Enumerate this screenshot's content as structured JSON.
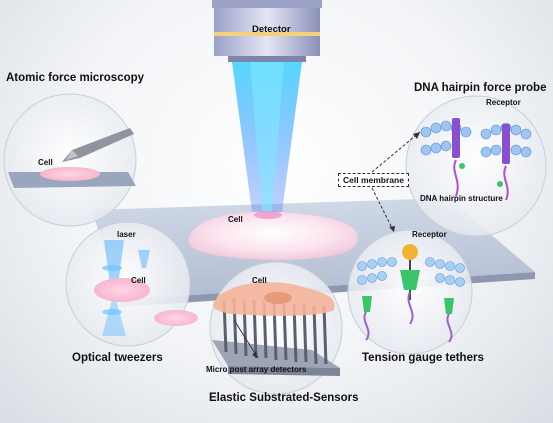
{
  "labels": {
    "detector": "Detector",
    "afm": "Atomic force microscopy",
    "cell_afm": "Cell",
    "dna_probe": "DNA hairpin force probe",
    "receptor_top": "Receptor",
    "cell_membrane": "Cell membrane",
    "dna_structure": "DNA hairpin structure",
    "cell_center": "Cell",
    "receptor_tgt": "Receptor",
    "laser": "laser",
    "cell_ot": "Cell",
    "cell_ess": "Cell",
    "optical_tweezers": "Optical tweezers",
    "micro_post": "Micro post array detectors",
    "elastic": "Elastic Substrated-Sensors",
    "tension": "Tension gauge tethers"
  }
}
